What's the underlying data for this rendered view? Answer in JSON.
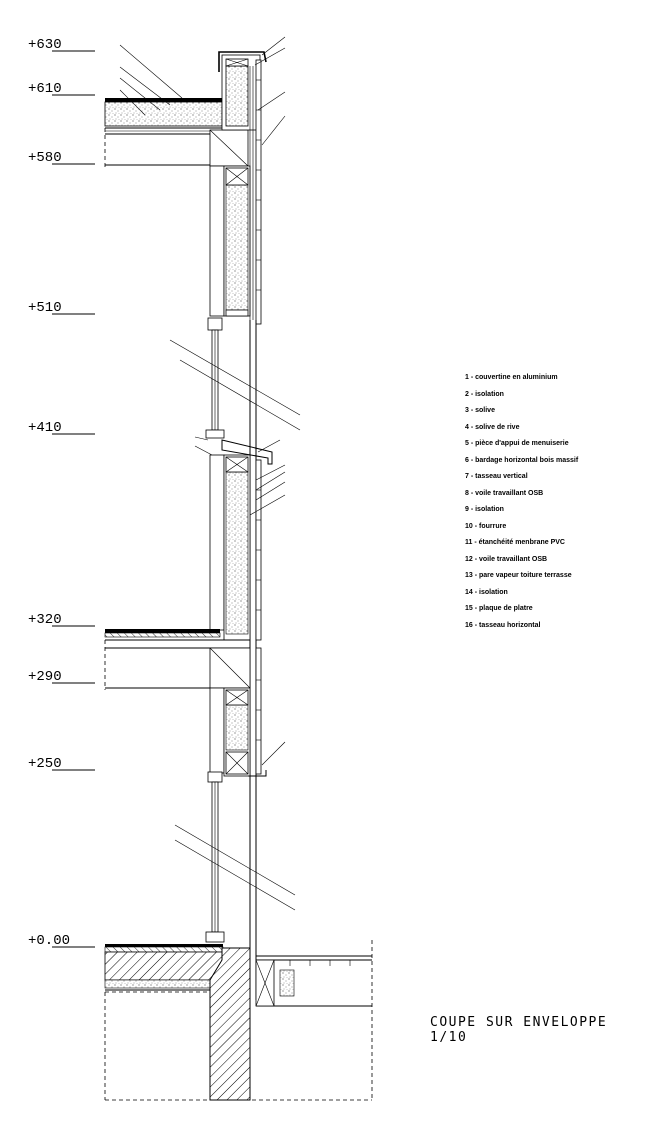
{
  "levels": [
    {
      "label": "+630",
      "value": 630
    },
    {
      "label": "+610",
      "value": 610
    },
    {
      "label": "+580",
      "value": 580
    },
    {
      "label": "+510",
      "value": 510
    },
    {
      "label": "+410",
      "value": 410
    },
    {
      "label": "+320",
      "value": 320
    },
    {
      "label": "+290",
      "value": 290
    },
    {
      "label": "+250",
      "value": 250
    },
    {
      "label": "+0.00",
      "value": 0
    }
  ],
  "legend": [
    "1 - couvertine en aluminium",
    "2 - isolation",
    "3 - solive",
    "4 - solive de rive",
    "5 - pièce d'appui de menuiserie",
    "6 - bardage horizontal bois massif",
    "7 - tasseau vertical",
    "8 - voile travaillant OSB",
    "9 - isolation",
    "10 - fourrure",
    "11 - étanchéité menbrane PVC",
    "12 - voile travaillant OSB",
    "13 - pare vapeur toiture terrasse",
    "14 - isolation",
    "15 - plaque de platre",
    "16 - tasseau horizontal"
  ],
  "title": {
    "line1": "COUPE SUR ENVELOPPE",
    "line2": "1/10"
  }
}
